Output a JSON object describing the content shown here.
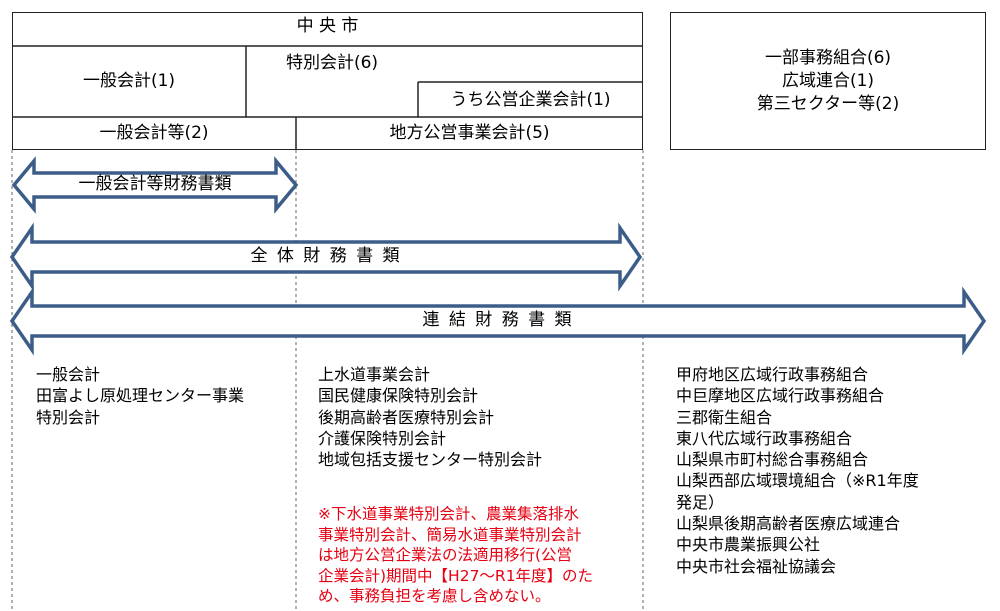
{
  "city_box": {
    "title": "中 央 市",
    "general_account": "一般会計(1)",
    "special_account": "特別会計(6)",
    "public_enterprise_account": "うち公営企業会計(1)",
    "general_accounts_etc": "一般会計等(2)",
    "local_public_enterprise": "地方公営事業会計(5)"
  },
  "right_box": {
    "lines": [
      "一部事務組合(6)",
      "広域連合(1)",
      "第三セクター等(2)"
    ]
  },
  "arrows": {
    "general": "一般会計等財務書類",
    "whole": "全 体 財 務 書 類",
    "consolidated": "連 結 財 務 書 類"
  },
  "lists": {
    "col1": [
      "一般会計",
      "田富よし原処理センター事業",
      "特別会計"
    ],
    "col2": [
      "上水道事業会計",
      "国民健康保険特別会計",
      "後期高齢者医療特別会計",
      "介護保険特別会計",
      "地域包括支援センター特別会計"
    ],
    "col2_note": [
      "※下水道事業特別会計、農業集落排水",
      "事業特別会計、簡易水道事業特別会計",
      "は地方公営企業法の法適用移行(公営",
      "企業会計)期間中【H27～R1年度】のた",
      "め、事務負担を考慮し含めない。"
    ],
    "col3": [
      "甲府地区広域行政事務組合",
      "中巨摩地区広域行政事務組合",
      "三郡衛生組合",
      "東八代広域行政事務組合",
      "山梨県市町村総合事務組合",
      "山梨西部広域環境組合（※R1年度",
      "発足）",
      "山梨県後期高齢者医療広域連合",
      "中央市農業振興公社",
      "中央市社会福祉協議会"
    ]
  },
  "colors": {
    "arrow_stroke": "#3d5d89",
    "note_red": "#e60012",
    "line": "#222222"
  }
}
